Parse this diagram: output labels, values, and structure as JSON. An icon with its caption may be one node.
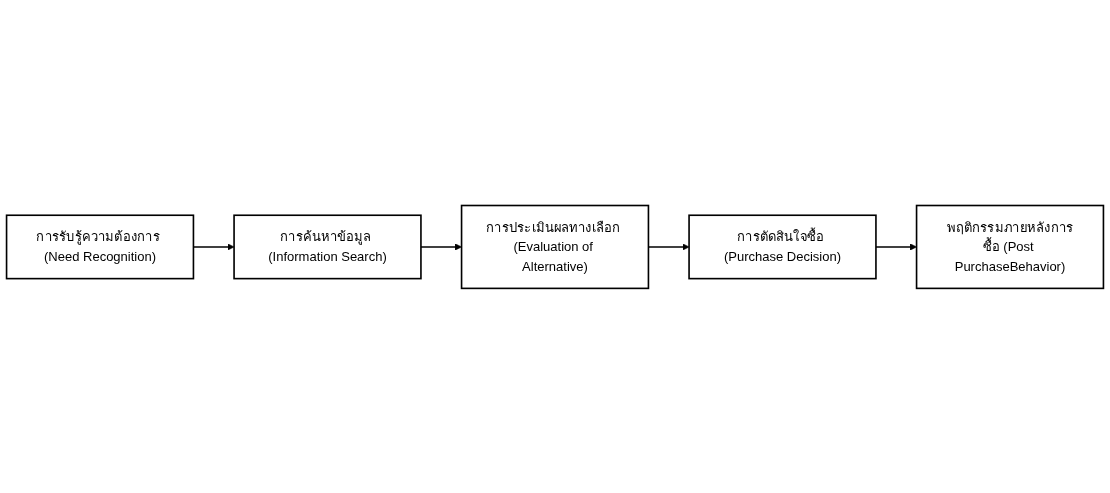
{
  "diagram": {
    "nodes": [
      {
        "text": [
          "การรับรู้ความต้องการ (Need Recognition)"
        ]
      },
      {
        "text": [
          "การค้นหาข้อมูล (Information Search)"
        ]
      },
      {
        "text": [
          "การประเมินผลทางเลือก (Evaluation of Alternative)"
        ]
      },
      {
        "text": [
          "การตัดสินใจซื้อ (Purchase Decision)"
        ]
      },
      {
        "text": [
          "พฤติกรรมภายหลังการซื้อ (Post PurchaseBehavior)"
        ]
      }
    ],
    "edges": [
      {
        "from": 0,
        "to": 1,
        "arrow": "to"
      },
      {
        "from": 1,
        "to": 2,
        "arrow": "to"
      },
      {
        "from": 2,
        "to": 3,
        "arrow": "to"
      },
      {
        "from": 3,
        "to": 4,
        "arrow": "to"
      }
    ]
  }
}
